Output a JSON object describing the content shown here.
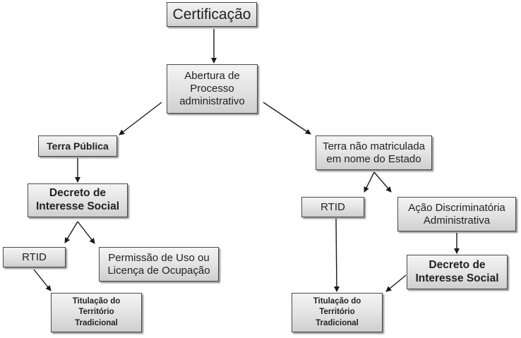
{
  "diagram": {
    "type": "flowchart",
    "nodes": [
      {
        "id": "certificacao",
        "label": "Certificação"
      },
      {
        "id": "abertura",
        "label": "Abertura de\nProcesso\nadministrativo"
      },
      {
        "id": "terra_publica",
        "label": "Terra Pública"
      },
      {
        "id": "decreto_left",
        "label": "Decreto de\nInteresse Social"
      },
      {
        "id": "rtid_left",
        "label": "RTID"
      },
      {
        "id": "permissao",
        "label": "Permissão de Uso ou\nLicença de Ocupação"
      },
      {
        "id": "titulacao_left",
        "label": "Titulação do\nTerritório\nTradicional"
      },
      {
        "id": "terra_nao_matriculada",
        "label": "Terra não matriculada\nem nome do Estado"
      },
      {
        "id": "rtid_right",
        "label": "RTID"
      },
      {
        "id": "acao_discriminatoria",
        "label": "Ação Discriminatória\nAdministrativa"
      },
      {
        "id": "decreto_right",
        "label": "Decreto de\nInteresse Social"
      },
      {
        "id": "titulacao_right",
        "label": "Titulação do\nTerritório\nTradicional"
      }
    ],
    "edges": [
      {
        "from": "certificacao",
        "to": "abertura"
      },
      {
        "from": "abertura",
        "to": "terra_publica"
      },
      {
        "from": "abertura",
        "to": "terra_nao_matriculada"
      },
      {
        "from": "terra_publica",
        "to": "decreto_left"
      },
      {
        "from": "decreto_left",
        "to": "rtid_left"
      },
      {
        "from": "decreto_left",
        "to": "permissao"
      },
      {
        "from": "rtid_left",
        "to": "titulacao_left"
      },
      {
        "from": "terra_nao_matriculada",
        "to": "rtid_right"
      },
      {
        "from": "terra_nao_matriculada",
        "to": "acao_discriminatoria"
      },
      {
        "from": "rtid_right",
        "to": "titulacao_right"
      },
      {
        "from": "acao_discriminatoria",
        "to": "decreto_right"
      },
      {
        "from": "decreto_right",
        "to": "titulacao_right"
      }
    ]
  },
  "colors": {
    "box_border": "#4a4a4a",
    "box_fill": "#e2e2e2",
    "arrow": "#1a1a1a",
    "text": "#222222"
  }
}
